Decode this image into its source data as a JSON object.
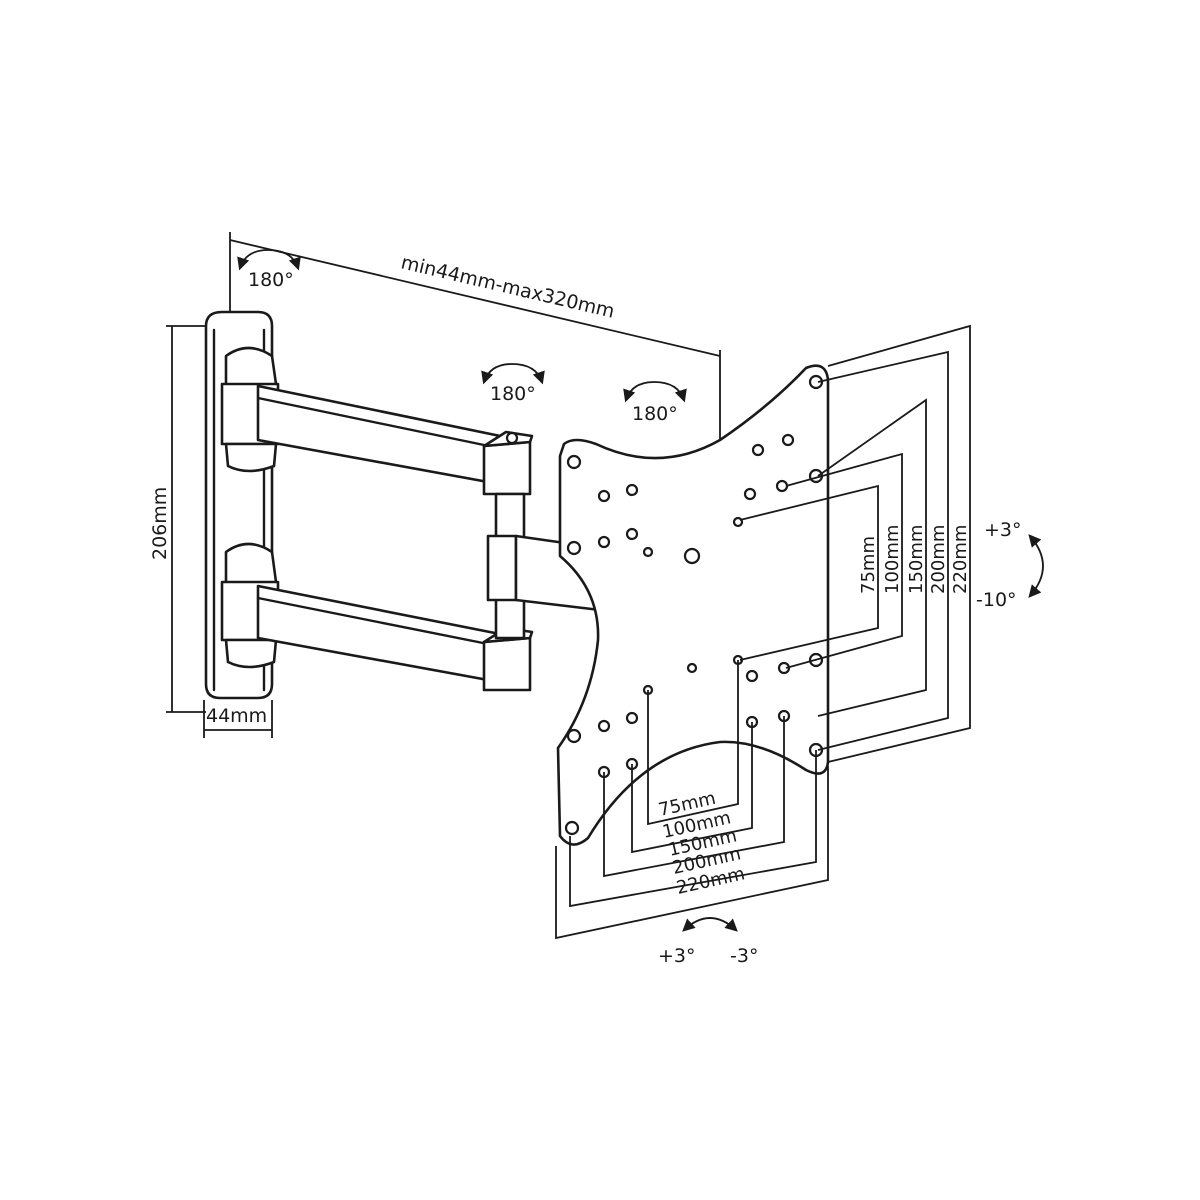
{
  "diagram": {
    "wall_height_label": "206mm",
    "wall_depth_label": "44mm",
    "extension_label": "min44mm-max320mm",
    "rotation_labels": [
      "180°",
      "180°",
      "180°"
    ],
    "vertical_spacing_labels": [
      "75mm",
      "100mm",
      "150mm",
      "200mm",
      "220mm"
    ],
    "horizontal_spacing_labels": [
      "75mm",
      "100mm",
      "150mm",
      "200mm",
      "220mm"
    ],
    "tilt_up_label": "+3°",
    "tilt_down_label": "-10°",
    "swivel_left_label": "+3°",
    "swivel_right_label": "-3°"
  }
}
